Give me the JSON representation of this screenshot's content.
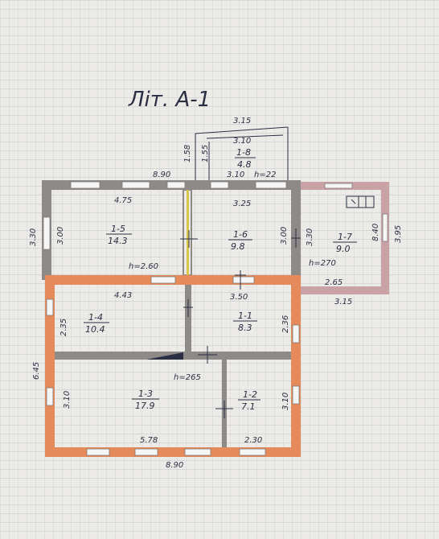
{
  "title": "Літ. А-1",
  "colors": {
    "wall_grey": "#8d8a88",
    "wall_orange": "#e58a5a",
    "wall_pink": "#c9a2a6",
    "ink": "#2a2f44",
    "window": "#f5f5f5",
    "door_yellow": "#d8c64a"
  },
  "rooms": [
    {
      "id": "1-8",
      "area": "4.8"
    },
    {
      "id": "1-5",
      "area": "14.3"
    },
    {
      "id": "1-6",
      "area": "9.8"
    },
    {
      "id": "1-7",
      "area": "9.0"
    },
    {
      "id": "1-4",
      "area": "10.4"
    },
    {
      "id": "1-1",
      "area": "8.3"
    },
    {
      "id": "1-3",
      "area": "17.9"
    },
    {
      "id": "1-2",
      "area": "7.1"
    }
  ],
  "heights": {
    "h22": "h=22",
    "h260": "h=2.60",
    "h270": "h=270",
    "h265": "h=265"
  },
  "dims": {
    "top_315": "3.15",
    "top_310a": "3.10",
    "v158": "1.58",
    "v155": "1.55",
    "top_890": "8.90",
    "top_310b": "3.10",
    "d475": "4.75",
    "d325": "3.25",
    "v330l": "3.30",
    "v300l": "3.00",
    "v300r": "3.00",
    "v330r": "3.30",
    "v840": "8.40",
    "v395": "3.95",
    "d265": "2.65",
    "d315b": "3.15",
    "d443": "4.43",
    "d350": "3.50",
    "v235": "2.35",
    "v236": "2.36",
    "v645": "6.45",
    "v310l": "3.10",
    "v310r": "3.10",
    "d578": "5.78",
    "d230": "2.30",
    "bottom_890": "8.90"
  },
  "icons": [
    "stove-icon"
  ]
}
